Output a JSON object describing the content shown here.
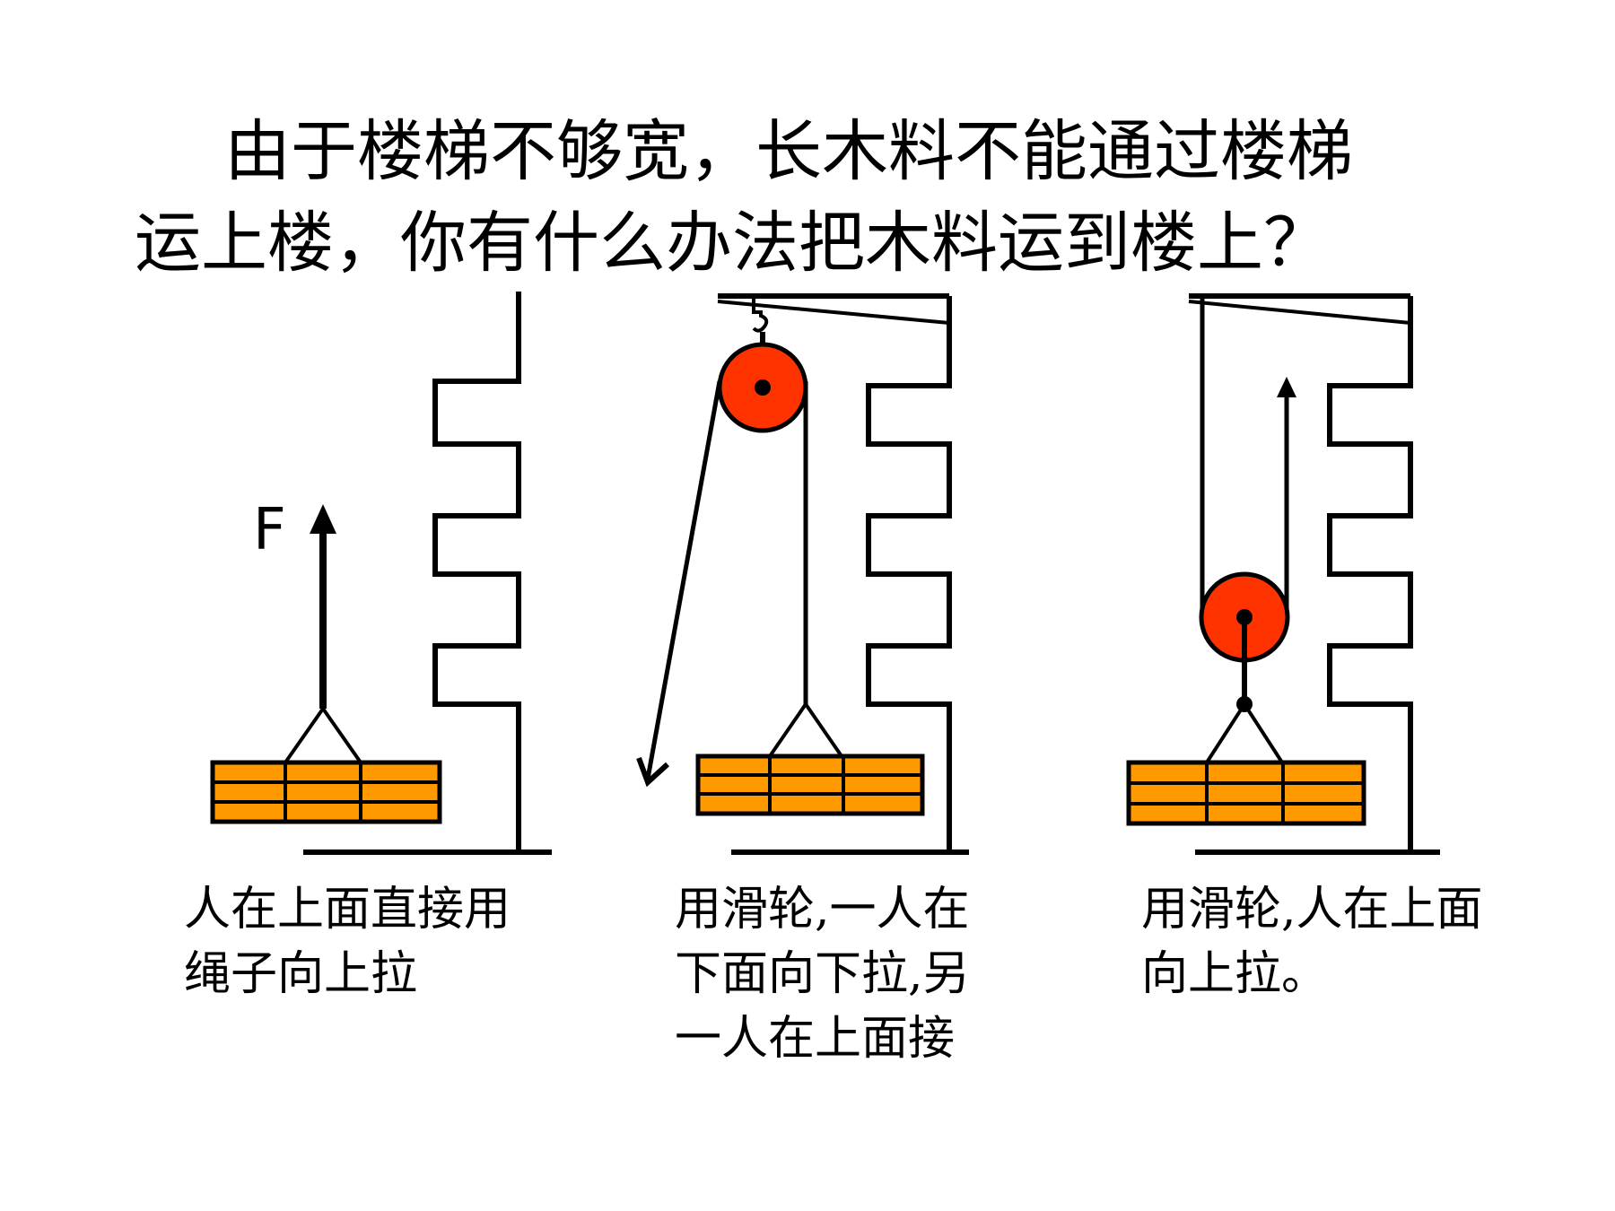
{
  "question": {
    "line1": "由于楼梯不够宽，长木料不能通过楼梯",
    "line2": "运上楼，你有什么办法把木料运到楼上？"
  },
  "panels": [
    {
      "caption_lines": [
        "人在上面直接用",
        "绳子向上拉"
      ],
      "force_label": "F"
    },
    {
      "caption_lines": [
        "用滑轮,一人在",
        "下面向下拉,另",
        "一人在上面接"
      ]
    },
    {
      "caption_lines": [
        "用滑轮,人在上面",
        "向上拉。"
      ]
    }
  ],
  "colors": {
    "pulley": "#ff3300",
    "lumber": "#ff9900",
    "line": "#000000"
  }
}
